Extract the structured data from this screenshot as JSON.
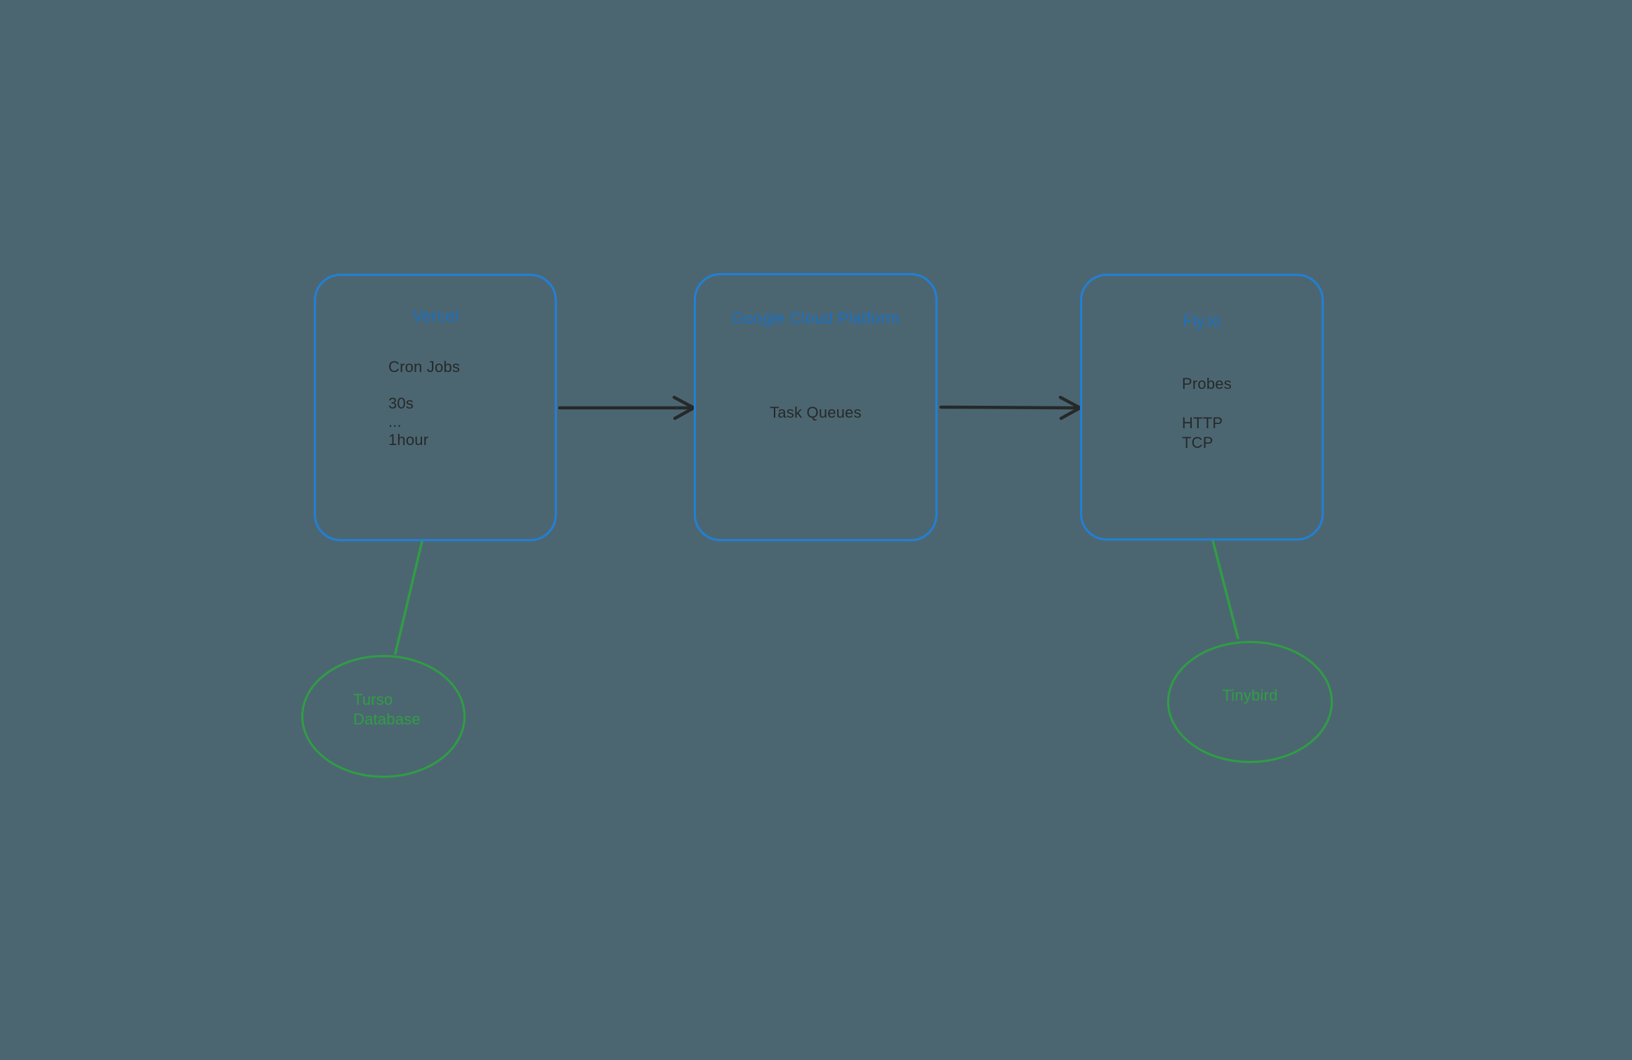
{
  "colors": {
    "canvas-bg": "#4c6671",
    "node-stroke": "#2180d6",
    "node-title": "#1a6fc0",
    "ink": "#25292a",
    "green": "#2f9e44"
  },
  "nodes": {
    "vercel": {
      "title": "Vercel",
      "body": "Cron Jobs\n\n30s\n...\n1hour"
    },
    "gcp": {
      "title": "Google Cloud Platform",
      "body": "Task Queues"
    },
    "flyio": {
      "title": "Fly.io",
      "body": "Probes\n\nHTTP\nTCP"
    },
    "turso": {
      "label": "Turso\nDatabase"
    },
    "tinybird": {
      "label": "Tinybird"
    }
  },
  "connections": [
    {
      "from": "Vercel",
      "to": "Google Cloud Platform",
      "type": "arrow"
    },
    {
      "from": "Google Cloud Platform",
      "to": "Fly.io",
      "type": "arrow"
    },
    {
      "from": "Vercel",
      "to": "Turso Database",
      "type": "line"
    },
    {
      "from": "Fly.io",
      "to": "Tinybird",
      "type": "line"
    }
  ]
}
